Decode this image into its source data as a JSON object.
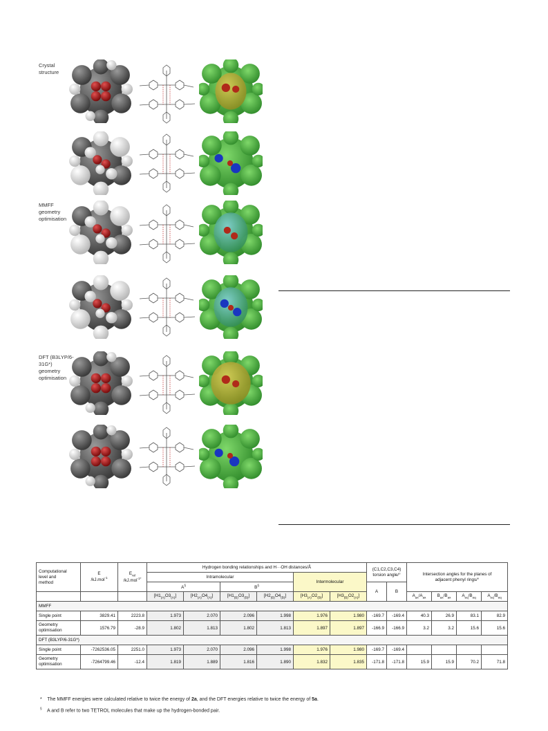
{
  "row_labels": [
    {
      "line1": "Crystal",
      "line2": "structure",
      "line3": "",
      "line4": ""
    },
    {
      "line1": "MMFF",
      "line2": "geometry",
      "line3": "optimisation",
      "line4": ""
    },
    {
      "line1": "DFT (B3LYP/6-",
      "line2": "31G*)",
      "line3": "geometry",
      "line4": "optimisation"
    }
  ],
  "table": {
    "h_computational": [
      "Computational",
      "level and",
      "method"
    ],
    "h_e": "E",
    "h_e_unit": "/kJ.mol",
    "h_erel": "E",
    "h_erel_sub": "rel",
    "h_erel_unit": "/kJ.mol",
    "h_hbond": "Hydrogen bonding relationships and H···OH distances/Å",
    "h_intra": "Intramolecular",
    "h_inter": "Intermolecular",
    "h_a": "A",
    "h_b": "B",
    "h_torsion": [
      "(C1,C2,C3,C4)",
      "torsion angle/°"
    ],
    "h_angles": [
      "Intersection angles for the planes of",
      "adjacent phenyl rings/°"
    ],
    "dist_cols": [
      {
        "a": "[H1",
        "s1": "(A)",
        "b": "O3",
        "s2": "(A)",
        "c": "]"
      },
      {
        "a": "[H2",
        "s1": "(A)",
        "b": "O4",
        "s2": "(A)",
        "c": "]"
      },
      {
        "a": "[H1",
        "s1": "(B)",
        "b": "O3",
        "s2": "(B)",
        "c": "]"
      },
      {
        "a": "[H2",
        "s1": "(B)",
        "b": "O4",
        "s2": "(B)",
        "c": "]"
      },
      {
        "a": "[H3",
        "s1": "(A)",
        "b": "O2",
        "s2": "(B)",
        "c": "]"
      },
      {
        "a": "[H3",
        "s1": "(B)",
        "b": "O2",
        "s2": "(A)",
        "c": "]"
      }
    ],
    "angle_cols": [
      {
        "a": "A",
        "s1": "ax",
        "b": "/A",
        "s2": "ax"
      },
      {
        "a": "B",
        "s1": "ax",
        "b": "/B",
        "s2": "ax"
      },
      {
        "a": "A",
        "s1": "eq",
        "b": "/B",
        "s2": "eq"
      },
      {
        "a": "A",
        "s1": "eq",
        "b": "/B",
        "s2": "eq"
      }
    ],
    "sections": [
      {
        "name": "MMFF",
        "rows": [
          {
            "method": "Single point",
            "e": "3829.41",
            "erel": "2223.8",
            "d": [
              "1.973",
              "2.070",
              "2.096",
              "1.998",
              "1.976",
              "1.980"
            ],
            "ta": "-169.7",
            "tb": "-169.4",
            "ang": [
              "40.3",
              "26.9",
              "83.1",
              "82.9"
            ]
          },
          {
            "method": "Geometry optimisation",
            "e": "1576.79",
            "erel": "-28.9",
            "d": [
              "1.802",
              "1.813",
              "1.802",
              "1.813",
              "1.897",
              "1.897"
            ],
            "ta": "-166.9",
            "tb": "-166.9",
            "ang": [
              "3.2",
              "3.2",
              "15.6",
              "15.6"
            ]
          }
        ]
      },
      {
        "name": "DFT (B3LYP/6-31G*)",
        "rows": [
          {
            "method": "Single point",
            "e": "-7262536.05",
            "erel": "2251.0",
            "d": [
              "1.973",
              "2.070",
              "2.096",
              "1.998",
              "1.976",
              "1.980"
            ],
            "ta": "-169.7",
            "tb": "-169.4",
            "ang": [
              "",
              "",
              "",
              ""
            ]
          },
          {
            "method": "Geometry optimisation",
            "e": "-7264799.46",
            "erel": "-12.4",
            "d": [
              "1.819",
              "1.889",
              "1.816",
              "1.890",
              "1.832",
              "1.835"
            ],
            "ta": "-171.8",
            "tb": "-171.8",
            "ang": [
              "15.9",
              "15.9",
              "70.2",
              "71.8"
            ]
          }
        ]
      }
    ]
  },
  "footnotes": [
    {
      "mark": "*",
      "pre": "The MMFF energies were calculated relative to twice the energy of ",
      "b1": "2a",
      "mid": ", and the DFT energies relative to twice the energy of ",
      "b2": "5a",
      "post": "."
    },
    {
      "mark": "§",
      "pre": "A and B refer to two TETROL molecules that make up the hydrogen-bonded pair.",
      "b1": "",
      "mid": "",
      "b2": "",
      "post": ""
    }
  ],
  "colors": {
    "highlight": "#fbf8c8",
    "oxygen": "#b01818",
    "carbon": "#555555",
    "surface": "#3fa33a"
  }
}
